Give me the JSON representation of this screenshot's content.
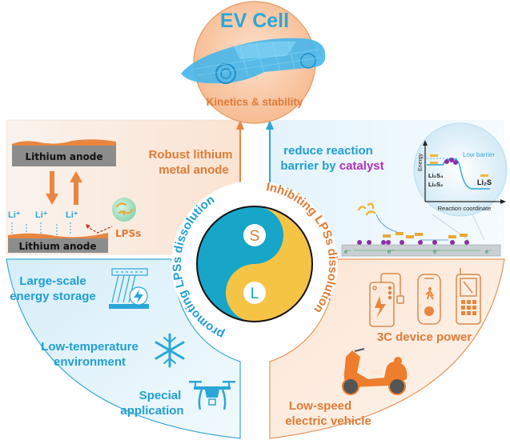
{
  "top": {
    "title": "EV Cell",
    "subtitle": "Kinetics & stability"
  },
  "left_upper": {
    "anode_top_label": "Lithium anode",
    "anode_bottom_label": "Lithium anode",
    "li_ion_label": "Li⁺",
    "lps_label": "LPSs",
    "caption_line1": "Robust lithium",
    "caption_line2": "metal anode"
  },
  "right_upper": {
    "caption_line1": "reduce reaction",
    "caption_line2_prefix": "barrier by ",
    "caption_line2_highlight": "catalyst",
    "inset": {
      "y_axis_label": "Energy",
      "x_axis_label": "Reaction coordinate",
      "barrier_label": "Low barrier",
      "reactant_line1": "Li₂S₄",
      "reactant_line2": "Li₂S₂",
      "product_label": "Li₂S"
    },
    "electron_label": "e⁻"
  },
  "center": {
    "top_symbol": "S",
    "bottom_symbol": "L",
    "left_arc_text": "promoting LPSs dissolution",
    "right_arc_text": "Inhibiting LPSs dissolution"
  },
  "left_lower": {
    "items": [
      {
        "line1": "Large-scale",
        "line2": "energy storage",
        "icon": "hydropower-icon"
      },
      {
        "line1": "Low-temperature",
        "line2": "environment",
        "icon": "snowflake-icon"
      },
      {
        "line1": "Special",
        "line2": "application",
        "icon": "drone-icon"
      }
    ]
  },
  "right_lower": {
    "items": [
      {
        "line1": "3C device power",
        "icons": [
          "power-bank-icon",
          "smartwatch-icon",
          "mobile-phone-icon"
        ]
      },
      {
        "line1": "Low-speed",
        "line2": "electric vehicle",
        "icon": "scooter-icon"
      }
    ]
  },
  "colors": {
    "orange": "#e8863f",
    "orange_text": "#e07b35",
    "blue": "#2aa7d8",
    "blue_text": "#1f9fd4",
    "yellow": "#f6c444",
    "teal": "#17a5c8",
    "purple": "#b12fb8",
    "peach_bg": "#fbe7d7",
    "blue_bg": "#e3f3fb"
  }
}
